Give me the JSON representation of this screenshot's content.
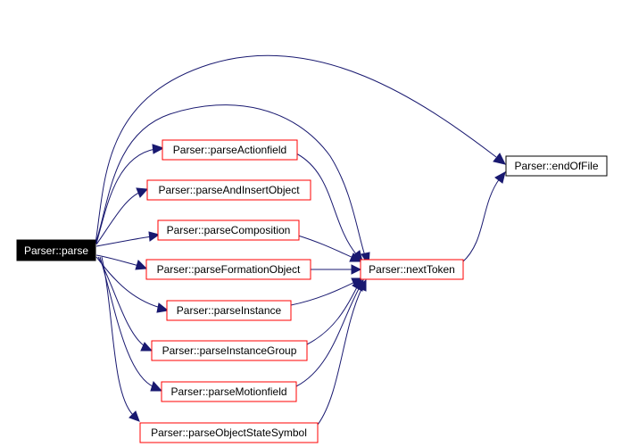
{
  "graph": {
    "nodes": [
      {
        "id": "parse",
        "label": "Parser::parse",
        "kind": "root"
      },
      {
        "id": "parseActionfield",
        "label": "Parser::parseActionfield",
        "kind": "link"
      },
      {
        "id": "parseAndInsertObject",
        "label": "Parser::parseAndInsertObject",
        "kind": "link"
      },
      {
        "id": "parseComposition",
        "label": "Parser::parseComposition",
        "kind": "link"
      },
      {
        "id": "parseFormationObject",
        "label": "Parser::parseFormationObject",
        "kind": "link"
      },
      {
        "id": "parseInstance",
        "label": "Parser::parseInstance",
        "kind": "link"
      },
      {
        "id": "parseInstanceGroup",
        "label": "Parser::parseInstanceGroup",
        "kind": "link"
      },
      {
        "id": "parseMotionfield",
        "label": "Parser::parseMotionfield",
        "kind": "link"
      },
      {
        "id": "parseObjectStateSymbol",
        "label": "Parser::parseObjectStateSymbol",
        "kind": "link"
      },
      {
        "id": "nextToken",
        "label": "Parser::nextToken",
        "kind": "link"
      },
      {
        "id": "endOfFile",
        "label": "Parser::endOfFile",
        "kind": "plain"
      }
    ],
    "edges": [
      {
        "from": "parse",
        "to": "endOfFile"
      },
      {
        "from": "parse",
        "to": "nextToken"
      },
      {
        "from": "parse",
        "to": "parseActionfield"
      },
      {
        "from": "parse",
        "to": "parseAndInsertObject"
      },
      {
        "from": "parse",
        "to": "parseComposition"
      },
      {
        "from": "parse",
        "to": "parseFormationObject"
      },
      {
        "from": "parse",
        "to": "parseInstance"
      },
      {
        "from": "parse",
        "to": "parseInstanceGroup"
      },
      {
        "from": "parse",
        "to": "parseMotionfield"
      },
      {
        "from": "parse",
        "to": "parseObjectStateSymbol"
      },
      {
        "from": "parseActionfield",
        "to": "nextToken"
      },
      {
        "from": "parseComposition",
        "to": "nextToken"
      },
      {
        "from": "parseFormationObject",
        "to": "nextToken"
      },
      {
        "from": "parseInstance",
        "to": "nextToken"
      },
      {
        "from": "parseInstanceGroup",
        "to": "nextToken"
      },
      {
        "from": "parseMotionfield",
        "to": "nextToken"
      },
      {
        "from": "parseObjectStateSymbol",
        "to": "nextToken"
      },
      {
        "from": "nextToken",
        "to": "endOfFile"
      }
    ]
  },
  "colors": {
    "edge": "#191970",
    "link_border": "#ff0000",
    "root_fill": "#000000",
    "root_text": "#ffffff"
  }
}
